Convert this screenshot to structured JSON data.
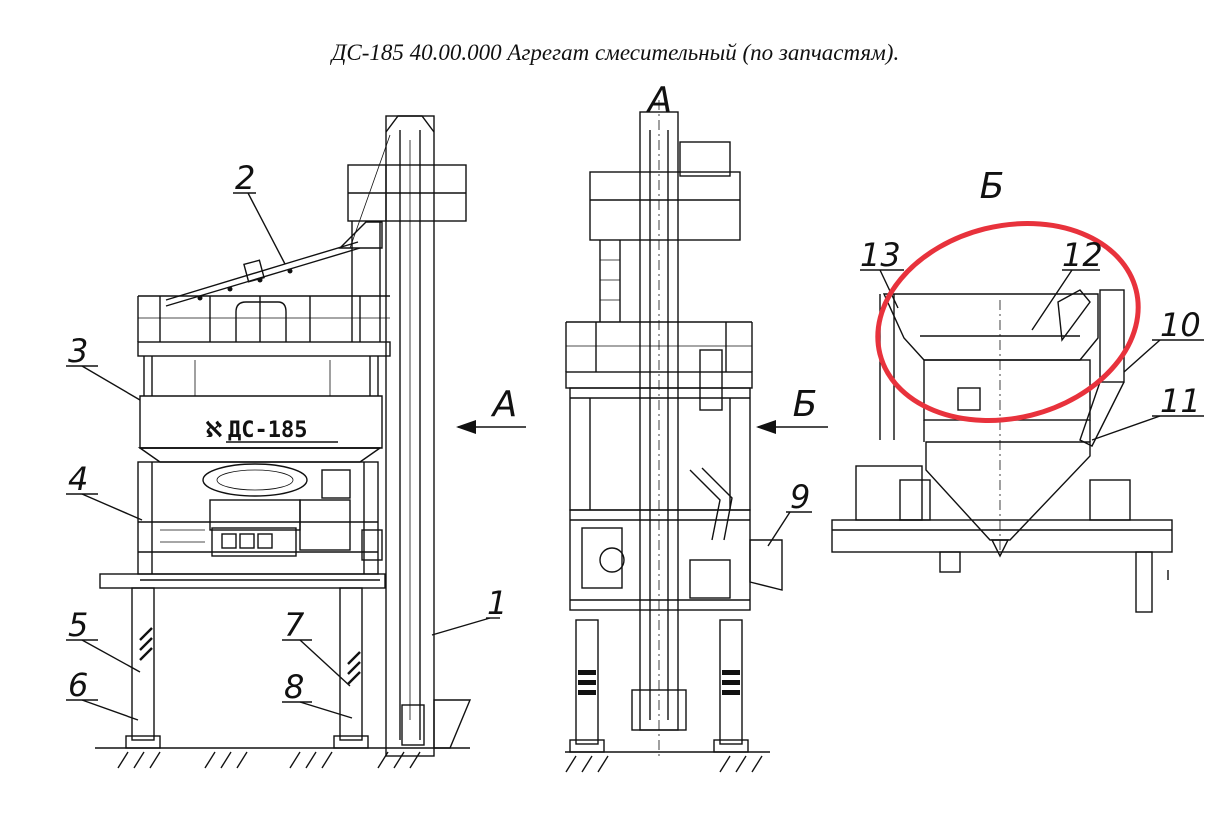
{
  "title": "ДС-185 40.00.000  Агрегат смесительный (по запчастям).",
  "views": {
    "a": "А",
    "b": "Б"
  },
  "brand": "ДС-185",
  "callouts": [
    "1",
    "2",
    "3",
    "4",
    "5",
    "6",
    "7",
    "8",
    "9",
    "10",
    "11",
    "12",
    "13"
  ],
  "colors": {
    "line": "#111111",
    "highlight": "#e8323c",
    "background": "#ffffff"
  }
}
